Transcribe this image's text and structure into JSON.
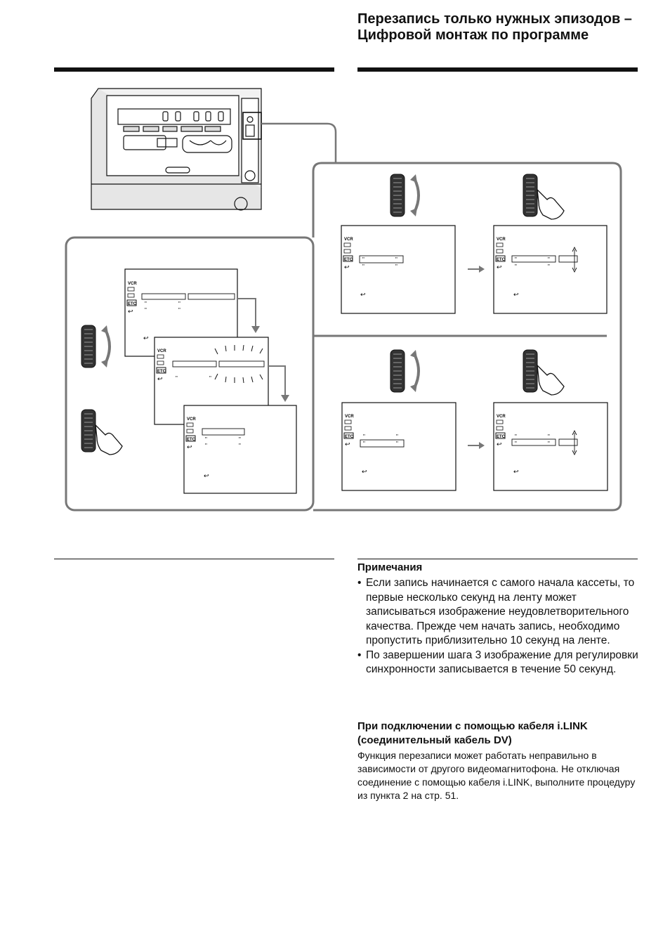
{
  "header": {
    "title": "Перезапись только нужных эпизодов – Цифровой монтаж по программе"
  },
  "figure": {
    "menu_label_vcr": "VCR",
    "menu_label_etc": "ETC",
    "quote_mark": "\"",
    "return_glyph": "↩"
  },
  "notes": {
    "heading": "Примечания",
    "items": [
      "Если запись начинается с самого начала кассеты, то первые несколько секунд на ленту может записываться изображение неудовлетворительного качества. Прежде чем начать запись, необходимо пропустить приблизительно 10 секунд на ленте.",
      "По завершении шага 3 изображение для регулировки синхронности записывается в течение 50 секунд."
    ]
  },
  "ilink": {
    "heading": "При подключении с помощью кабеля i.LINK (соединительный кабель DV)",
    "body": "Функция перезаписи может работать неправильно в зависимости от другого видеомагнитофона.  Не отключая соединение с помощью кабеля i.LINK, выполните процедуру из пункта 2 на стр. 51."
  }
}
